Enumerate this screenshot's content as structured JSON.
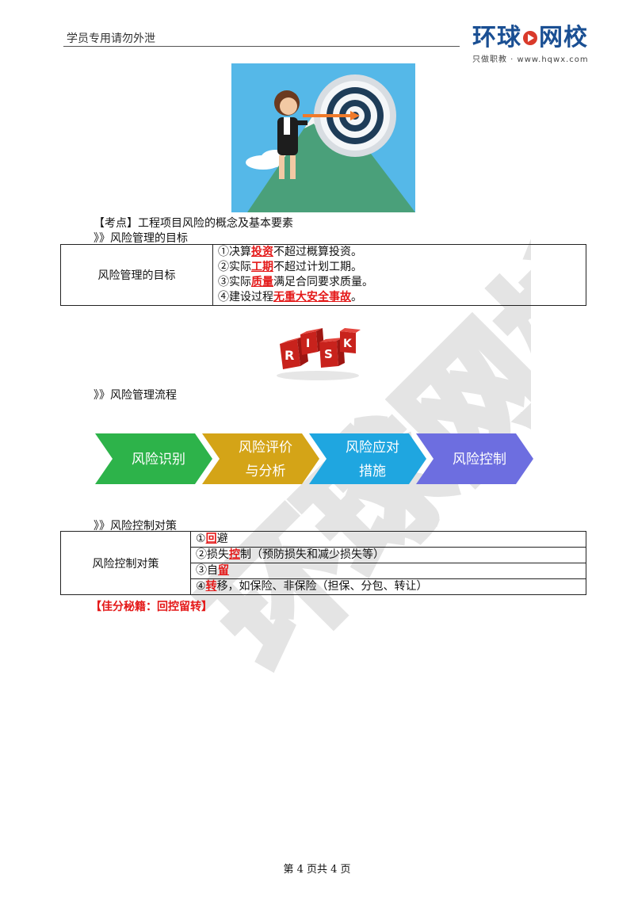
{
  "header": {
    "note": "学员专用请勿外泄",
    "logo_main_left": "环球",
    "logo_main_right": "网校",
    "logo_sub": "只做职教 · www.hqwx.com"
  },
  "watermark_text": "环球网校",
  "section_title": "【考点】工程项目风险的概念及基本要素",
  "goals": {
    "heading": "》》风险管理的目标",
    "label": "风险管理的目标",
    "items": [
      {
        "pre": "①决算",
        "key": "投资",
        "post": "不超过概算投资。"
      },
      {
        "pre": "②实际",
        "key": "工期",
        "post": "不超过计划工期。"
      },
      {
        "pre": "③实际",
        "key": "质量",
        "post": "满足合同要求质量。"
      },
      {
        "pre": "④建设过程",
        "key": "无重大安全事故",
        "post": "。"
      }
    ]
  },
  "risk_image": {
    "letters": [
      "R",
      "I",
      "S",
      "K"
    ]
  },
  "process": {
    "heading": "》》风险管理流程",
    "steps": [
      {
        "lines": [
          "风险识别"
        ],
        "color": "#2db34a"
      },
      {
        "lines": [
          "风险评价",
          "与分析"
        ],
        "color": "#d4a417"
      },
      {
        "lines": [
          "风险应对",
          "措施"
        ],
        "color": "#1fa6e0"
      },
      {
        "lines": [
          "风险控制"
        ],
        "color": "#6d6ee0"
      }
    ]
  },
  "control": {
    "heading": "》》风险控制对策",
    "label": "风险控制对策",
    "items": [
      {
        "pre": "①",
        "key": "回",
        "post": "避"
      },
      {
        "pre": "②损失",
        "key": "控",
        "post": "制（预防损失和减少损失等）"
      },
      {
        "pre": "③自",
        "key": "留",
        "post": ""
      },
      {
        "pre": "④",
        "key": "转",
        "post": "移，如保险、非保险（担保、分包、转让）"
      }
    ]
  },
  "tip": "【佳分秘籍：回控留转】",
  "footer": "第 4 页共 4 页"
}
